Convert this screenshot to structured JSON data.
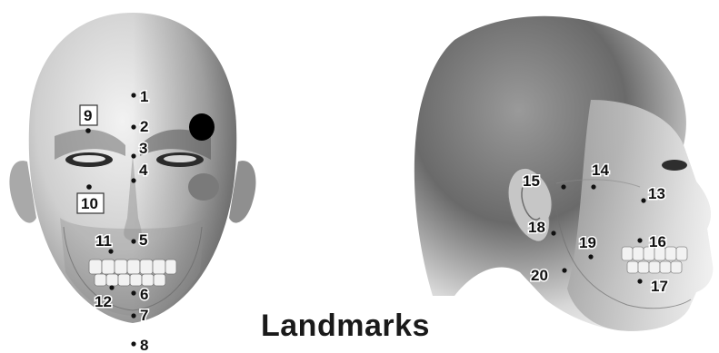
{
  "title": "Landmarks",
  "landmarks": [
    {
      "label": "1"
    },
    {
      "label": "2"
    },
    {
      "label": "3"
    },
    {
      "label": "4"
    },
    {
      "label": "5"
    },
    {
      "label": "6"
    },
    {
      "label": "7"
    },
    {
      "label": "8"
    },
    {
      "label": "9"
    },
    {
      "label": "10"
    },
    {
      "label": "11"
    },
    {
      "label": "12"
    },
    {
      "label": "13"
    },
    {
      "label": "14"
    },
    {
      "label": "15"
    },
    {
      "label": "16"
    },
    {
      "label": "17"
    },
    {
      "label": "18"
    },
    {
      "label": "19"
    },
    {
      "label": "20"
    }
  ],
  "colors": {
    "skin_light": "#e9e9e9",
    "skin_mid": "#b4b4b4",
    "skin_dark": "#5e5e5e",
    "marker": "#111111"
  }
}
